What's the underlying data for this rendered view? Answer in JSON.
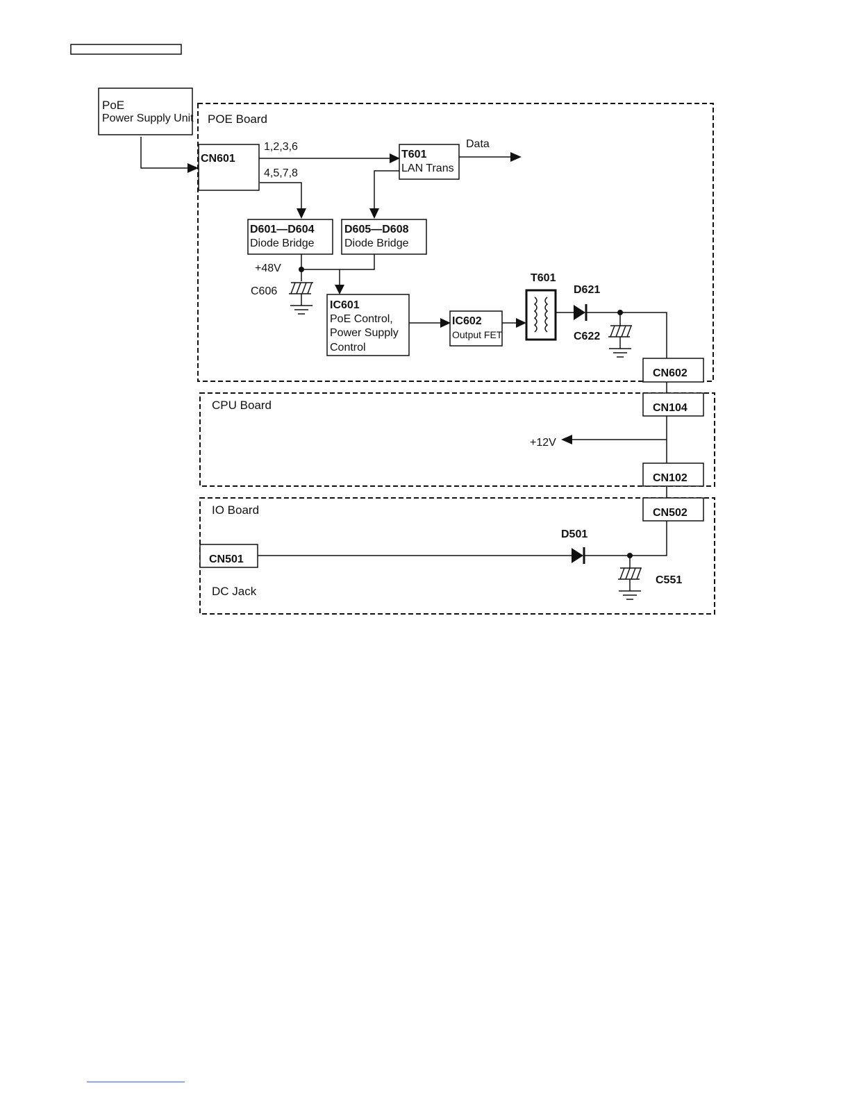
{
  "header_box": "",
  "psu": {
    "line1": "PoE",
    "line2": "Power Supply Unit"
  },
  "boards": {
    "poe": "POE Board",
    "cpu": "CPU Board",
    "io": "IO Board"
  },
  "poe_board": {
    "cn601": "CN601",
    "pins_a": "1,2,3,6",
    "pins_b": "4,5,7,8",
    "t601_lan": {
      "title": "T601",
      "sub": "LAN Trans"
    },
    "data_label": "Data",
    "bridge1": {
      "title": "D601—D604",
      "sub": "Diode Bridge"
    },
    "bridge2": {
      "title": "D605—D608",
      "sub": "Diode Bridge"
    },
    "v48": "+48V",
    "c606": "C606",
    "ic601": {
      "title": "IC601",
      "l1": "PoE Control,",
      "l2": "Power Supply",
      "l3": "Control"
    },
    "ic602": {
      "title": "IC602",
      "sub": "Output FET"
    },
    "t601_tx": "T601",
    "d621": "D621",
    "c622": "C622",
    "cn602": "CN602"
  },
  "cpu_board": {
    "cn104": "CN104",
    "v12": "+12V",
    "cn102": "CN102"
  },
  "io_board": {
    "cn502": "CN502",
    "d501": "D501",
    "cn501": "CN501",
    "dc_jack": "DC Jack",
    "c551": "C551"
  },
  "colors": {
    "ink": "#111111",
    "footer_link": "#2b4fd8"
  }
}
